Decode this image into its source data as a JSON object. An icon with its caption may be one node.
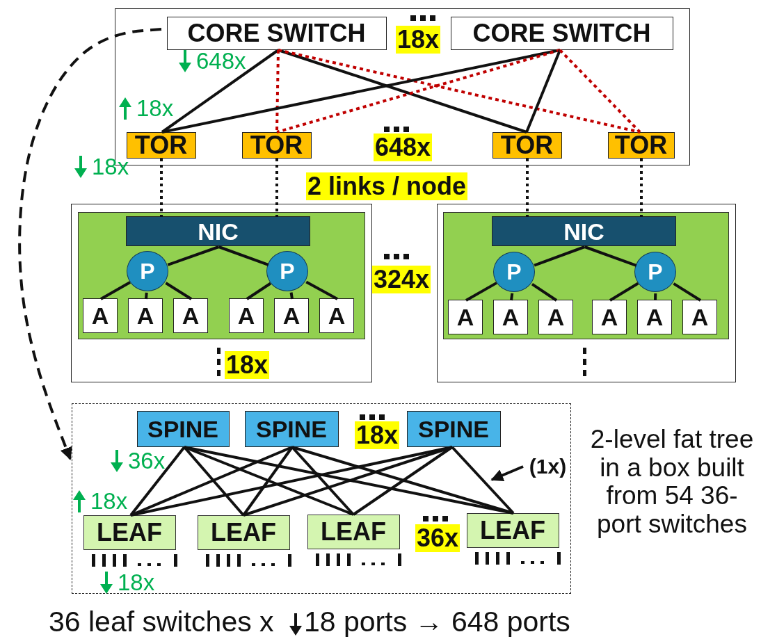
{
  "diagram": {
    "nodes": [
      {
        "text": [],
        "shape": "box"
      },
      {
        "text": [
          "CORE SWITCH"
        ],
        "in": 0
      },
      {
        "text": [
          "CORE SWITCH"
        ],
        "in": 0
      },
      {
        "text": [
          "TOR"
        ],
        "in": 0
      },
      {
        "text": [
          "TOR"
        ],
        "in": 0
      },
      {
        "text": [
          "TOR"
        ],
        "in": 0
      },
      {
        "text": [
          "TOR"
        ],
        "in": 0
      },
      {
        "text": [],
        "shape": "box"
      },
      {
        "text": [],
        "shape": "box",
        "in": 7
      },
      {
        "text": [
          "NIC"
        ],
        "in": 8
      },
      {
        "text": [
          "P"
        ],
        "in": 8
      },
      {
        "text": [
          "P"
        ],
        "in": 8
      },
      {
        "text": [
          "A"
        ],
        "in": 8
      },
      {
        "text": [
          "A"
        ],
        "in": 8
      },
      {
        "text": [
          "A"
        ],
        "in": 8
      },
      {
        "text": [
          "A"
        ],
        "in": 8
      },
      {
        "text": [
          "A"
        ],
        "in": 8
      },
      {
        "text": [
          "A"
        ],
        "in": 8
      },
      {
        "text": [],
        "shape": "box"
      },
      {
        "text": [],
        "shape": "box",
        "in": 18
      },
      {
        "text": [
          "NIC"
        ],
        "in": 19
      },
      {
        "text": [
          "P"
        ],
        "in": 19
      },
      {
        "text": [
          "P"
        ],
        "in": 19
      },
      {
        "text": [
          "A"
        ],
        "in": 19
      },
      {
        "text": [
          "A"
        ],
        "in": 19
      },
      {
        "text": [
          "A"
        ],
        "in": 19
      },
      {
        "text": [
          "A"
        ],
        "in": 19
      },
      {
        "text": [
          "A"
        ],
        "in": 19
      },
      {
        "text": [
          "A"
        ],
        "in": 19
      },
      {
        "text": [],
        "shape": "box"
      },
      {
        "text": [
          "SPINE"
        ],
        "in": 29
      },
      {
        "text": [
          "SPINE"
        ],
        "in": 29
      },
      {
        "text": [
          "SPINE"
        ],
        "in": 29
      },
      {
        "text": [
          "LEAF"
        ],
        "in": 29
      },
      {
        "text": [
          "LEAF"
        ],
        "in": 29
      },
      {
        "text": [
          "LEAF"
        ],
        "in": 29
      },
      {
        "text": [
          "LEAF"
        ],
        "in": 29
      },
      {
        "text": [
          "(1x)"
        ],
        "in": 29
      }
    ],
    "edges": [
      {
        "from": 1,
        "to": 3,
        "arrow": "none"
      },
      {
        "from": 1,
        "to": 4,
        "arrow": "none",
        "style": "dashed",
        "color": "#c00000"
      },
      {
        "from": 1,
        "to": 5,
        "arrow": "none"
      },
      {
        "from": 1,
        "to": 6,
        "arrow": "none",
        "style": "dashed",
        "color": "#c00000"
      },
      {
        "from": 2,
        "to": 3,
        "arrow": "none"
      },
      {
        "from": 2,
        "to": 4,
        "arrow": "none",
        "style": "dashed",
        "color": "#c00000"
      },
      {
        "from": 2,
        "to": 5,
        "arrow": "none"
      },
      {
        "from": 2,
        "to": 6,
        "arrow": "none",
        "style": "dashed",
        "color": "#c00000"
      },
      {
        "from": 3,
        "to": 9,
        "arrow": "none",
        "style": "dashed"
      },
      {
        "from": 4,
        "to": 9,
        "arrow": "none",
        "style": "dashed"
      },
      {
        "from": 5,
        "to": 20,
        "arrow": "none",
        "style": "dashed"
      },
      {
        "from": 6,
        "to": 20,
        "arrow": "none",
        "style": "dashed"
      },
      {
        "from": 9,
        "to": 10,
        "arrow": "none"
      },
      {
        "from": 9,
        "to": 11,
        "arrow": "none"
      },
      {
        "from": 10,
        "to": 12,
        "arrow": "none"
      },
      {
        "from": 10,
        "to": 13,
        "arrow": "none"
      },
      {
        "from": 10,
        "to": 14,
        "arrow": "none"
      },
      {
        "from": 11,
        "to": 15,
        "arrow": "none"
      },
      {
        "from": 11,
        "to": 16,
        "arrow": "none"
      },
      {
        "from": 11,
        "to": 17,
        "arrow": "none"
      },
      {
        "from": 20,
        "to": 21,
        "arrow": "none"
      },
      {
        "from": 20,
        "to": 22,
        "arrow": "none"
      },
      {
        "from": 21,
        "to": 23,
        "arrow": "none"
      },
      {
        "from": 21,
        "to": 24,
        "arrow": "none"
      },
      {
        "from": 21,
        "to": 25,
        "arrow": "none"
      },
      {
        "from": 22,
        "to": 26,
        "arrow": "none"
      },
      {
        "from": 22,
        "to": 27,
        "arrow": "none"
      },
      {
        "from": 22,
        "to": 28,
        "arrow": "none"
      },
      {
        "from": 1,
        "to": 29,
        "arrow": "to",
        "style": "dashed"
      },
      {
        "from": 30,
        "to": 33,
        "arrow": "none"
      },
      {
        "from": 30,
        "to": 34,
        "arrow": "none"
      },
      {
        "from": 30,
        "to": 35,
        "arrow": "none"
      },
      {
        "from": 30,
        "to": 36,
        "arrow": "none"
      },
      {
        "from": 31,
        "to": 33,
        "arrow": "none"
      },
      {
        "from": 31,
        "to": 34,
        "arrow": "none"
      },
      {
        "from": 31,
        "to": 35,
        "arrow": "none"
      },
      {
        "from": 31,
        "to": 36,
        "arrow": "none"
      },
      {
        "from": 32,
        "to": 33,
        "arrow": "none"
      },
      {
        "from": 32,
        "to": 34,
        "arrow": "none"
      },
      {
        "from": 32,
        "to": 35,
        "arrow": "none"
      },
      {
        "from": 32,
        "to": 36,
        "arrow": "none"
      },
      {
        "from": 37,
        "to": null,
        "arrow": "to"
      }
    ],
    "labels": [
      "18x",
      "648x",
      "18x",
      "648x",
      "18x",
      "2 links / node",
      "324x",
      "18x",
      "18x",
      "36x",
      "18x",
      "36x",
      "18x",
      "2-level fat tree in a box built from 54 36-port switches",
      "36 leaf switches x",
      "18 ports → 648 ports"
    ]
  }
}
